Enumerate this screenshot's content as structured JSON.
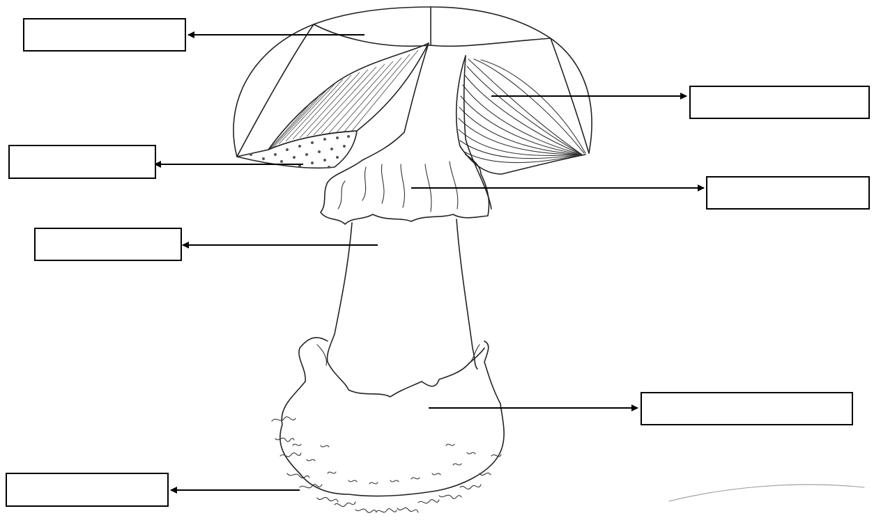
{
  "diagram": {
    "colors": {
      "ink": "#222222",
      "arrow": "#000000",
      "box_border": "#000000",
      "background": "#ffffff"
    },
    "labels": [
      {
        "id": "cap",
        "text": ""
      },
      {
        "id": "gills",
        "text": ""
      },
      {
        "id": "spores",
        "text": ""
      },
      {
        "id": "ring",
        "text": ""
      },
      {
        "id": "stalk",
        "text": ""
      },
      {
        "id": "volva",
        "text": ""
      },
      {
        "id": "mycelium",
        "text": ""
      }
    ]
  }
}
